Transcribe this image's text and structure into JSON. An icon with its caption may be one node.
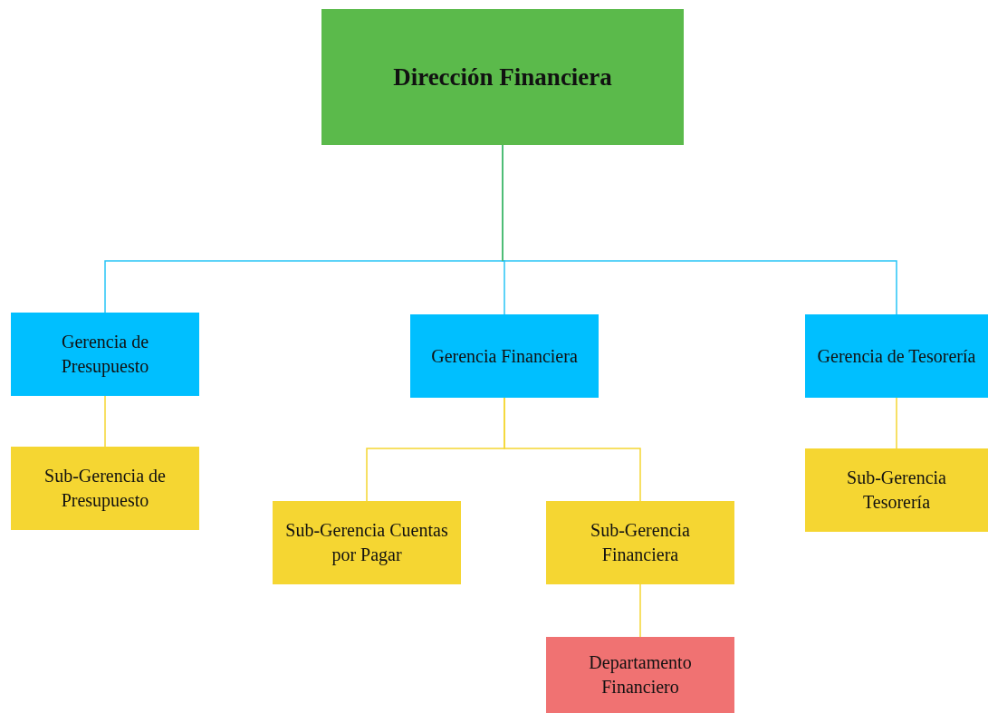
{
  "diagram": {
    "nodes": [
      {
        "text": [
          "Dirección Financiera"
        ]
      },
      {
        "text": [
          "Gerencia de Presupuesto"
        ]
      },
      {
        "text": [
          "Gerencia Financiera"
        ]
      },
      {
        "text": [
          "Gerencia de Tesorería"
        ]
      },
      {
        "text": [
          "Sub-Gerencia de Presupuesto"
        ]
      },
      {
        "text": [
          "Sub-Gerencia Cuentas por Pagar"
        ]
      },
      {
        "text": [
          "Sub-Gerencia Financiera"
        ]
      },
      {
        "text": [
          "Departamento Financiero"
        ]
      },
      {
        "text": [
          "Sub-Gerencia Tesorería"
        ]
      }
    ],
    "edges": [
      {
        "from": 0,
        "to": 1,
        "arrow": "none",
        "color": "#29c5f6"
      },
      {
        "from": 0,
        "to": 2,
        "arrow": "none",
        "color": "#29c5f6"
      },
      {
        "from": 0,
        "to": 3,
        "arrow": "none",
        "color": "#29c5f6"
      },
      {
        "from": 1,
        "to": 4,
        "arrow": "none"
      },
      {
        "from": 2,
        "to": 5,
        "arrow": "none"
      },
      {
        "from": 2,
        "to": 6,
        "arrow": "none"
      },
      {
        "from": 6,
        "to": 7,
        "arrow": "none"
      },
      {
        "from": 3,
        "to": 8,
        "arrow": "none"
      }
    ]
  }
}
